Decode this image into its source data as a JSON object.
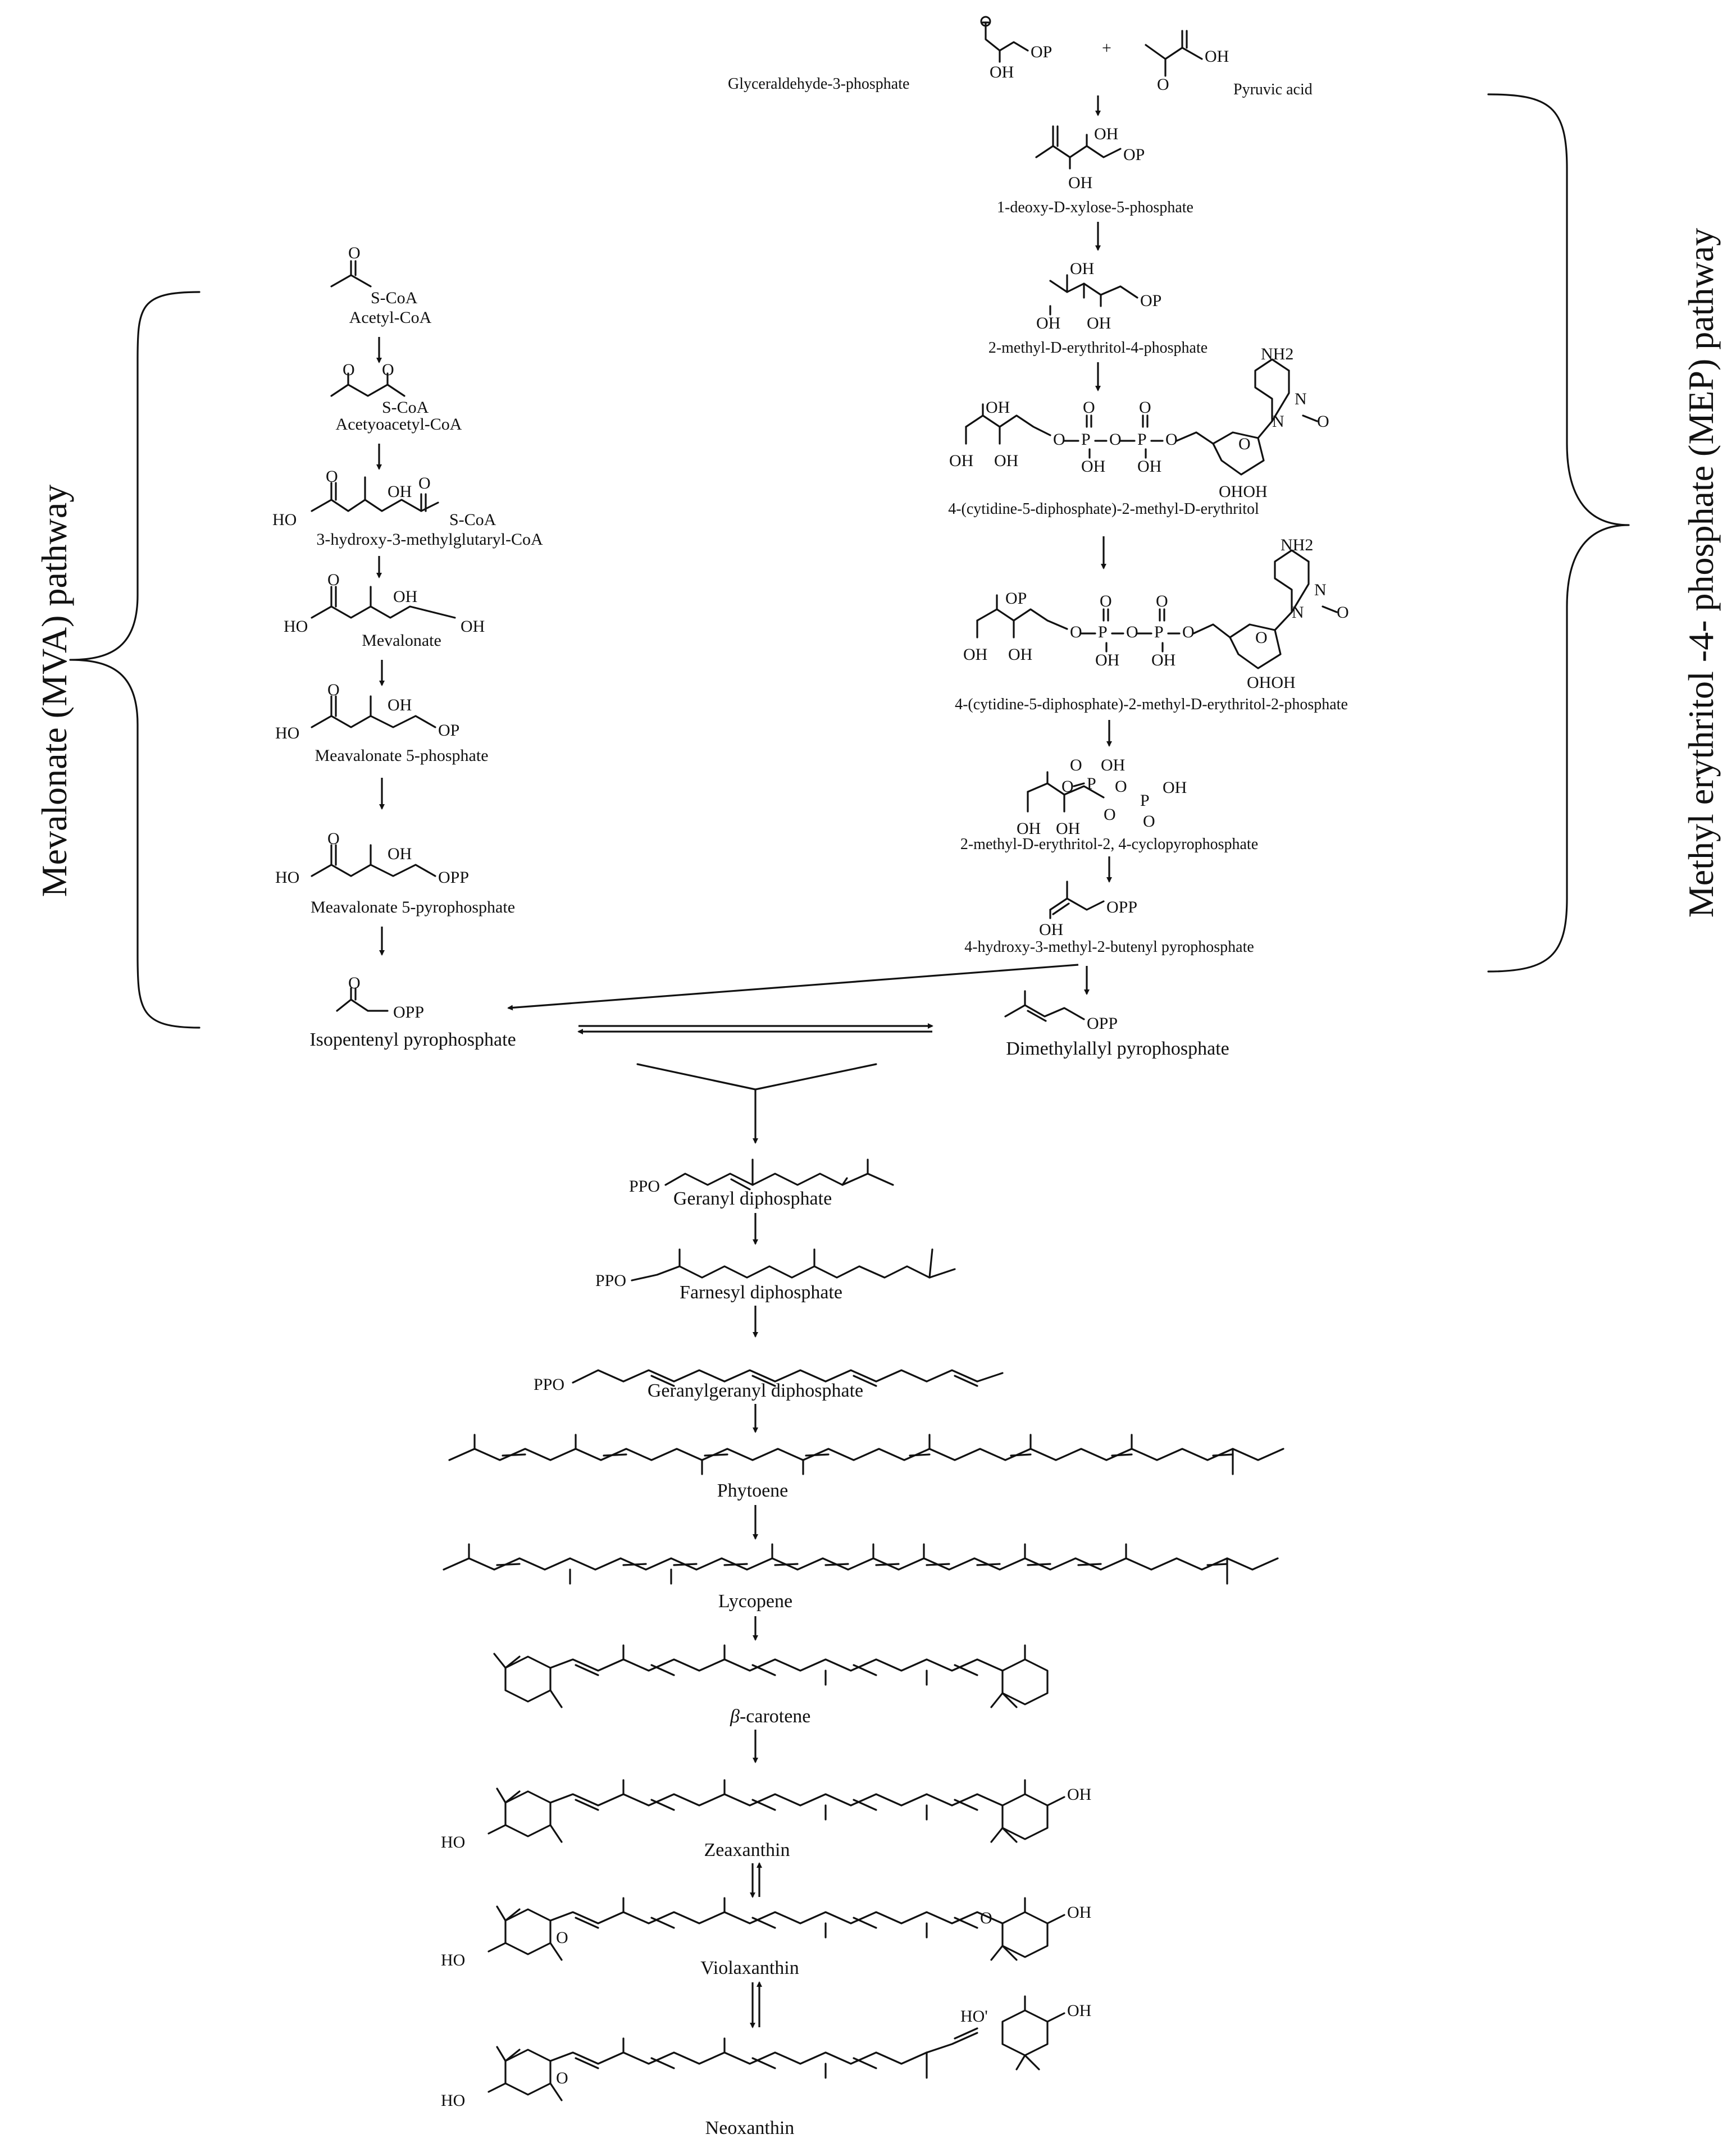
{
  "mva_pathway_label": "Mevalonate (MVA) pathway",
  "mep_pathway_label": "Methyl erythritol -4- phosphate (MEP) pathway",
  "mep": {
    "g3p": "Glyceraldehyde-3-phosphate",
    "plus": "+",
    "pyruvic": "Pyruvic acid",
    "dxp": "1-deoxy-D-xylose-5-phosphate",
    "mep": "2-methyl-D-erythritol-4-phosphate",
    "cdpme": "4-(cytidine-5-diphosphate)-2-methyl-D-erythritol",
    "cdpmep": "4-(cytidine-5-diphosphate)-2-methyl-D-erythritol-2-phosphate",
    "mecpp": "2-methyl-D-erythritol-2,   4-cyclopyrophosphate",
    "hmbpp": "4-hydroxy-3-methyl-2-butenyl   pyrophosphate"
  },
  "mva": {
    "acetyl": "Acetyl-CoA",
    "acetoacetyl": "Acetyoacetyl-CoA",
    "hmg": "3-hydroxy-3-methylglutaryl-CoA",
    "mevalonate": "Mevalonate",
    "mev5p": "Meavalonate 5-phosphate",
    "mev5pp": "Meavalonate 5-pyrophosphate"
  },
  "ipp": "Isopentenyl pyrophosphate",
  "dmapp": "Dimethylallyl pyrophosphate",
  "carotenoid": {
    "gpp": "Geranyl diphosphate",
    "fpp": "Farnesyl diphosphate",
    "ggpp": "Geranylgeranyl diphosphate",
    "phytoene": "Phytoene",
    "lycopene": "Lycopene",
    "beta_prefix": "β",
    "beta_suffix": "-carotene",
    "zeaxanthin": "Zeaxanthin",
    "violaxanthin": "Violaxanthin",
    "neoxanthin": "Neoxanthin"
  },
  "atoms": {
    "op": "OP",
    "opp": "OPP",
    "ppo": "PPO",
    "oh": "OH",
    "ho": "HO",
    "scoa": "S-CoA",
    "o": "O",
    "p": "P",
    "n": "N",
    "nh2": "NH2",
    "ohoh": "OHOH",
    "hoprime": "HO'"
  }
}
